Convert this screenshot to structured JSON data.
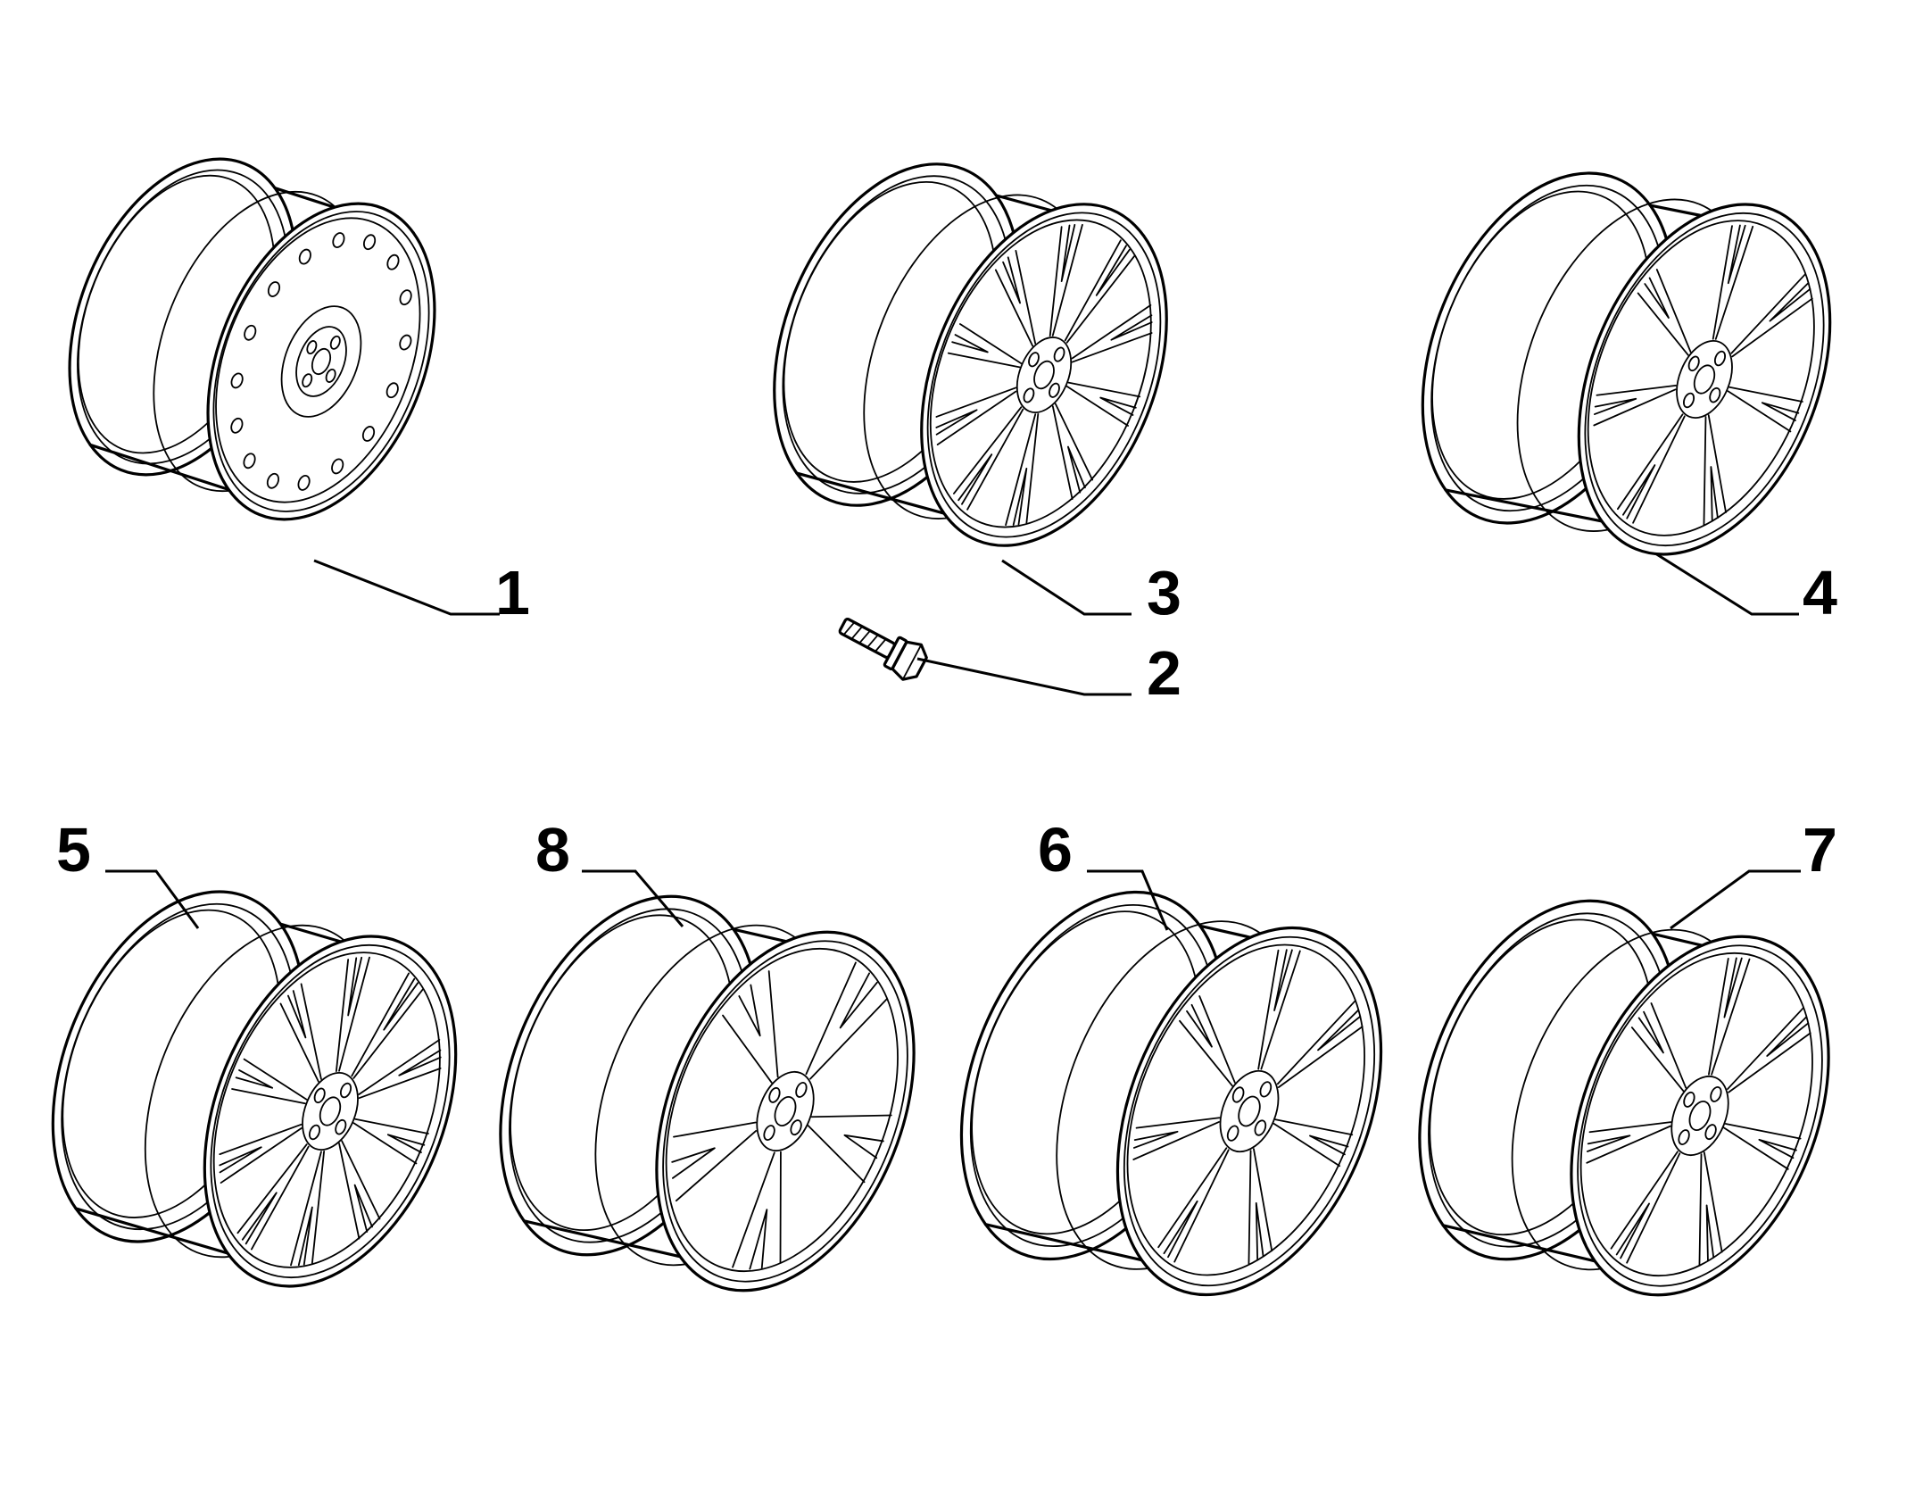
{
  "callouts": [
    {
      "id": "1",
      "label": "1"
    },
    {
      "id": "2",
      "label": "2"
    },
    {
      "id": "3",
      "label": "3"
    },
    {
      "id": "4",
      "label": "4"
    },
    {
      "id": "5",
      "label": "5"
    },
    {
      "id": "6",
      "label": "6"
    },
    {
      "id": "7",
      "label": "7"
    },
    {
      "id": "8",
      "label": "8"
    }
  ],
  "parts": [
    {
      "callout": "1",
      "kind": "steel-wheel"
    },
    {
      "callout": "2",
      "kind": "wheel-bolt"
    },
    {
      "callout": "3",
      "kind": "alloy-wheel-multi-spoke"
    },
    {
      "callout": "4",
      "kind": "alloy-wheel-split-spoke"
    },
    {
      "callout": "5",
      "kind": "alloy-wheel-multi-spoke"
    },
    {
      "callout": "6",
      "kind": "alloy-wheel-split-spoke"
    },
    {
      "callout": "7",
      "kind": "alloy-wheel-split-spoke"
    },
    {
      "callout": "8",
      "kind": "alloy-wheel-five-spoke"
    }
  ],
  "colors": {
    "line": "#000000",
    "background": "#ffffff"
  }
}
